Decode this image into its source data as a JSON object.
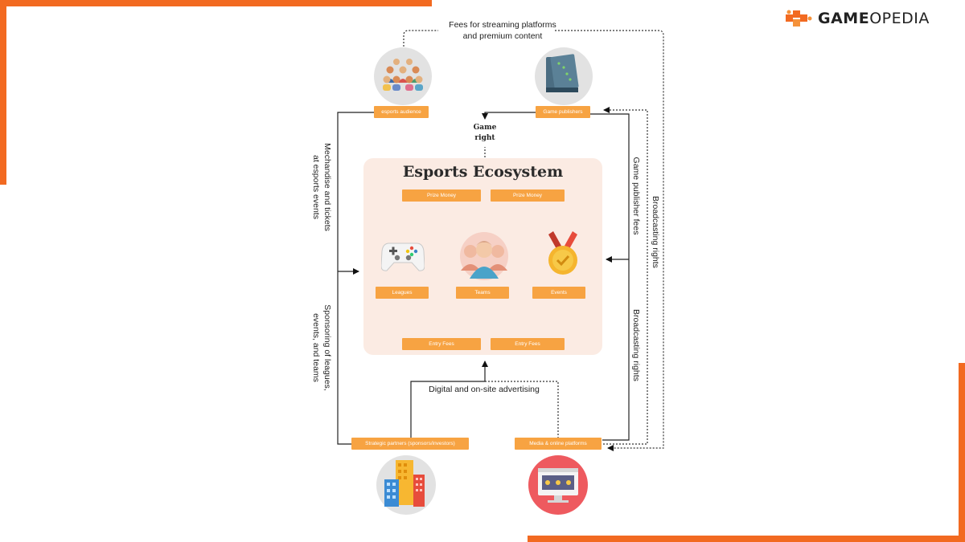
{
  "brand": {
    "logo_text_bold": "GAME",
    "logo_text_light": "OPEDIA"
  },
  "colors": {
    "accent": "#f26a21",
    "pill": "#f7a342",
    "ecosystem_bg": "#fbebe3",
    "icon_circle": "#e2e2e2",
    "media_circle": "#ee5a5f"
  },
  "diagram": {
    "top_label_line1": "Fees for streaming platforms",
    "top_label_line2": "and premium content",
    "game_right_line1": "Game",
    "game_right_line2": "right",
    "ecosystem_title": "Esports Ecosystem",
    "left_top_line1": "Mechandise and tickets",
    "left_top_line2": "at esports events",
    "left_bottom_line1": "Sponsoring of leagues,",
    "left_bottom_line2": "events, and teams",
    "right_inner_top": "Game publisher fees",
    "right_inner_bottom": "Broadcasting rights",
    "right_outer": "Broadcasting rights",
    "bottom_label": "Digital and on-site advertising",
    "nodes": {
      "audience": "esports audience",
      "publishers": "Game publishers",
      "leagues": "Leagues",
      "teams": "Teams",
      "events": "Events",
      "sponsors": "Strategic partners (sponsors/investors)",
      "media": "Media & online platforms"
    },
    "prize_money_left": "Prize Money",
    "prize_money_right": "Prize Money",
    "entry_fees_left": "Entry Fees",
    "entry_fees_right": "Entry Fees"
  }
}
